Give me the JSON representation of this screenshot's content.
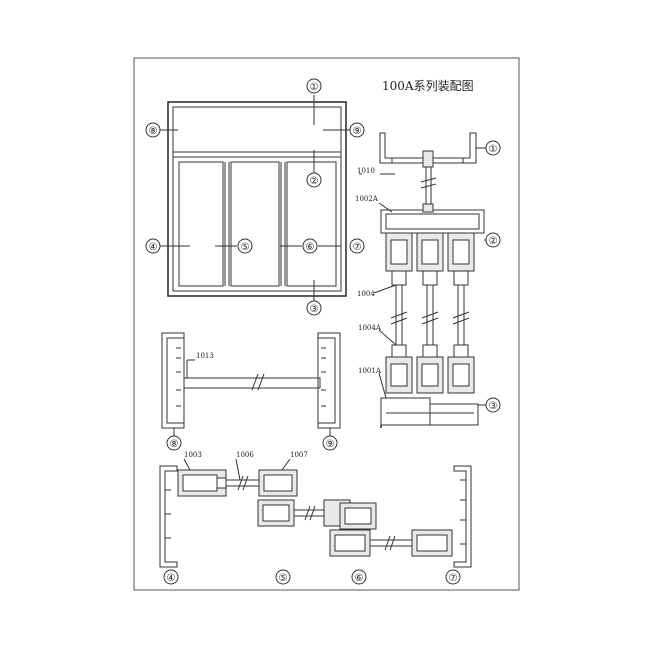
{
  "title": "100A系列装配图",
  "circle_labels": [
    "①",
    "②",
    "③",
    "④",
    "⑤",
    "⑥",
    "⑦",
    "⑧",
    "⑨"
  ],
  "parts": {
    "p1010": "1010",
    "p1002A": "1002A",
    "p1004": "1004",
    "p1004A": "1004A",
    "p1001A": "1001A",
    "p1013": "1013",
    "p1003": "1003",
    "p1006": "1006",
    "p1007": "1007"
  }
}
